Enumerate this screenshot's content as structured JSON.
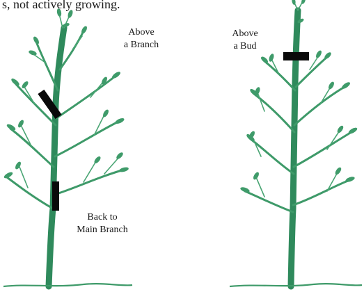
{
  "header": {
    "text": "s, not actively growing."
  },
  "labels": {
    "above_branch_line1": "Above",
    "above_branch_line2": "a Branch",
    "above_bud_line1": "Above",
    "above_bud_line2": "a Bud",
    "main_branch_line1": "Back to",
    "main_branch_line2": "Main Branch"
  },
  "colors": {
    "foliage": "#3f9b6a",
    "cut_mark": "#0a0a0a"
  }
}
